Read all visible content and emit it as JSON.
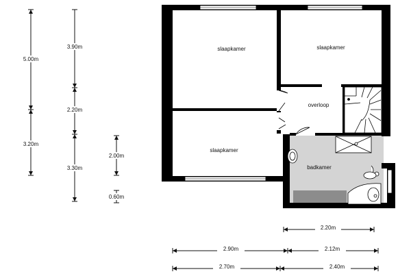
{
  "rooms": {
    "bedroom_top_left": "slaapkamer",
    "bedroom_top_right": "slaapkamer",
    "bedroom_bottom": "slaapkamer",
    "landing": "overloop",
    "bathroom": "badkamer"
  },
  "dimensions": {
    "left_col1": [
      "5.00m",
      "3.20m"
    ],
    "left_col2": [
      "3.90m",
      "2.20m",
      "3.30m"
    ],
    "left_col3": [
      "2.00m",
      "0.60m"
    ],
    "bottom_row1": "2.20m",
    "bottom_row2": [
      "2.90m",
      "2.12m"
    ],
    "bottom_row3": [
      "2.70m",
      "2.40m"
    ]
  },
  "colors": {
    "wall": "#000000",
    "bathroom_floor": "#d4d4d4",
    "bathroom_tiles": "#8c8c8c"
  }
}
